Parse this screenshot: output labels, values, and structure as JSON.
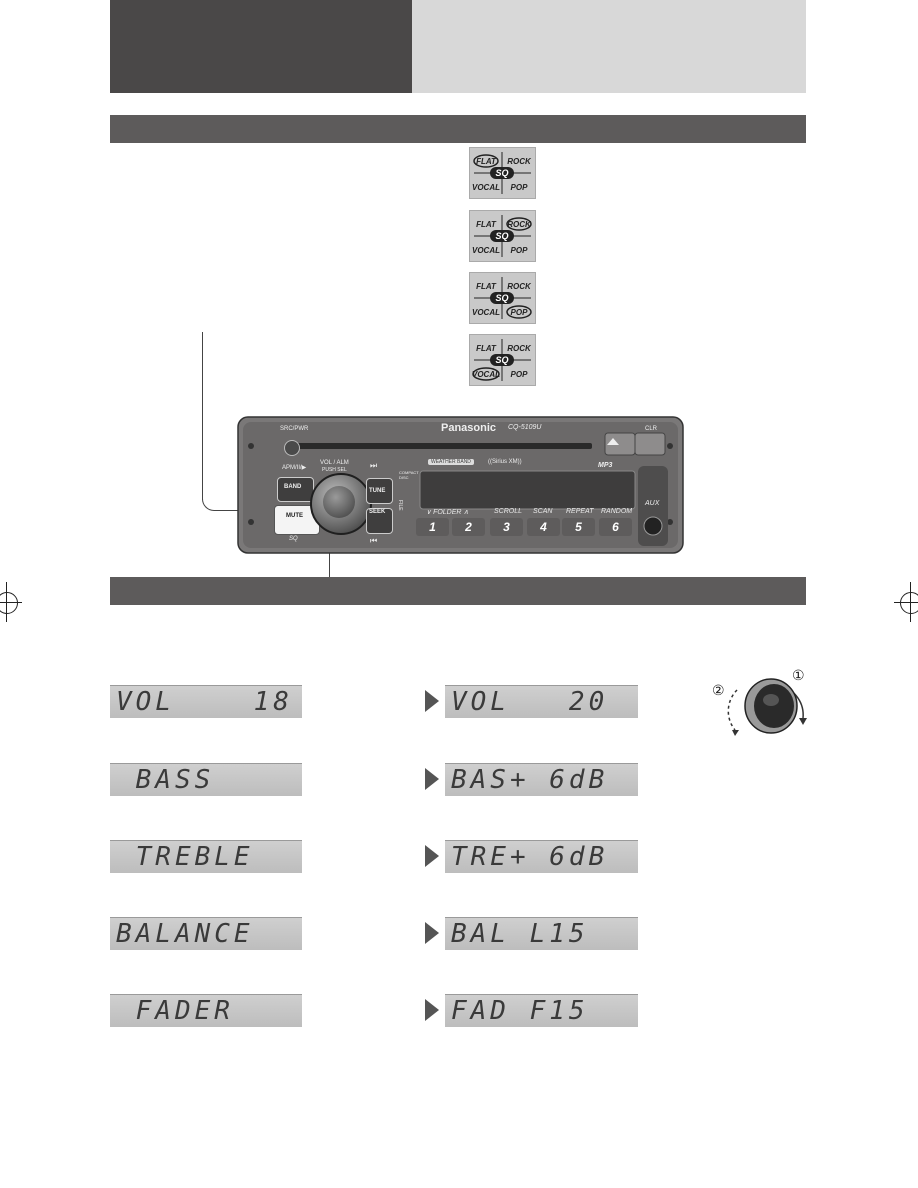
{
  "stereo": {
    "brand": "Panasonic",
    "model": "CQ-5109U",
    "labels": {
      "src_pwr": "SRC/PWR",
      "clr": "CLR",
      "apm": "APM/II/▶",
      "vol_alm": "VOL / ALM",
      "push_sel": "PUSH SEL",
      "next": "⏭",
      "prev": "⏮",
      "band": "BAND",
      "tune": "TUNE",
      "seek": "SEEK",
      "mute": "MUTE",
      "sq": "SQ",
      "aux": "AUX",
      "mp3": "MP3",
      "weather": "WEATHER BAND",
      "sirius": "((Sirius XM))",
      "file": "FILE",
      "cd": "COMPACT DISC"
    },
    "preset_labels": [
      "∨ FOLDER ∧",
      "",
      "SCROLL",
      "SCAN",
      "REPEAT",
      "RANDOM"
    ],
    "preset_numbers": [
      "1",
      "2",
      "3",
      "4",
      "5",
      "6"
    ]
  },
  "sq_icons": [
    {
      "flat": "FLAT",
      "rock": "ROCK",
      "sq": "SQ",
      "vocal": "VOCAL",
      "pop": "POP",
      "selected": "FLAT"
    },
    {
      "flat": "FLAT",
      "rock": "ROCK",
      "sq": "SQ",
      "vocal": "VOCAL",
      "pop": "POP",
      "selected": "ROCK"
    },
    {
      "flat": "FLAT",
      "rock": "ROCK",
      "sq": "SQ",
      "vocal": "VOCAL",
      "pop": "POP",
      "selected": "POP"
    },
    {
      "flat": "FLAT",
      "rock": "ROCK",
      "sq": "SQ",
      "vocal": "VOCAL",
      "pop": "POP",
      "selected": "VOCAL"
    }
  ],
  "displays": {
    "left": [
      "VOL    18",
      " BASS",
      " TREBLE",
      "BALANCE",
      " FADER"
    ],
    "right": [
      "VOL   20",
      "BAS+ 6dB",
      "TRE+ 6dB",
      "BAL L15",
      "FAD F15"
    ]
  },
  "knob": {
    "label_1": "①",
    "label_2": "②"
  },
  "colors": {
    "header_dark": "#4a4848",
    "header_light": "#d8d8d8",
    "section_bar": "#5d5b5b",
    "lcd": "#c8c8c8"
  }
}
